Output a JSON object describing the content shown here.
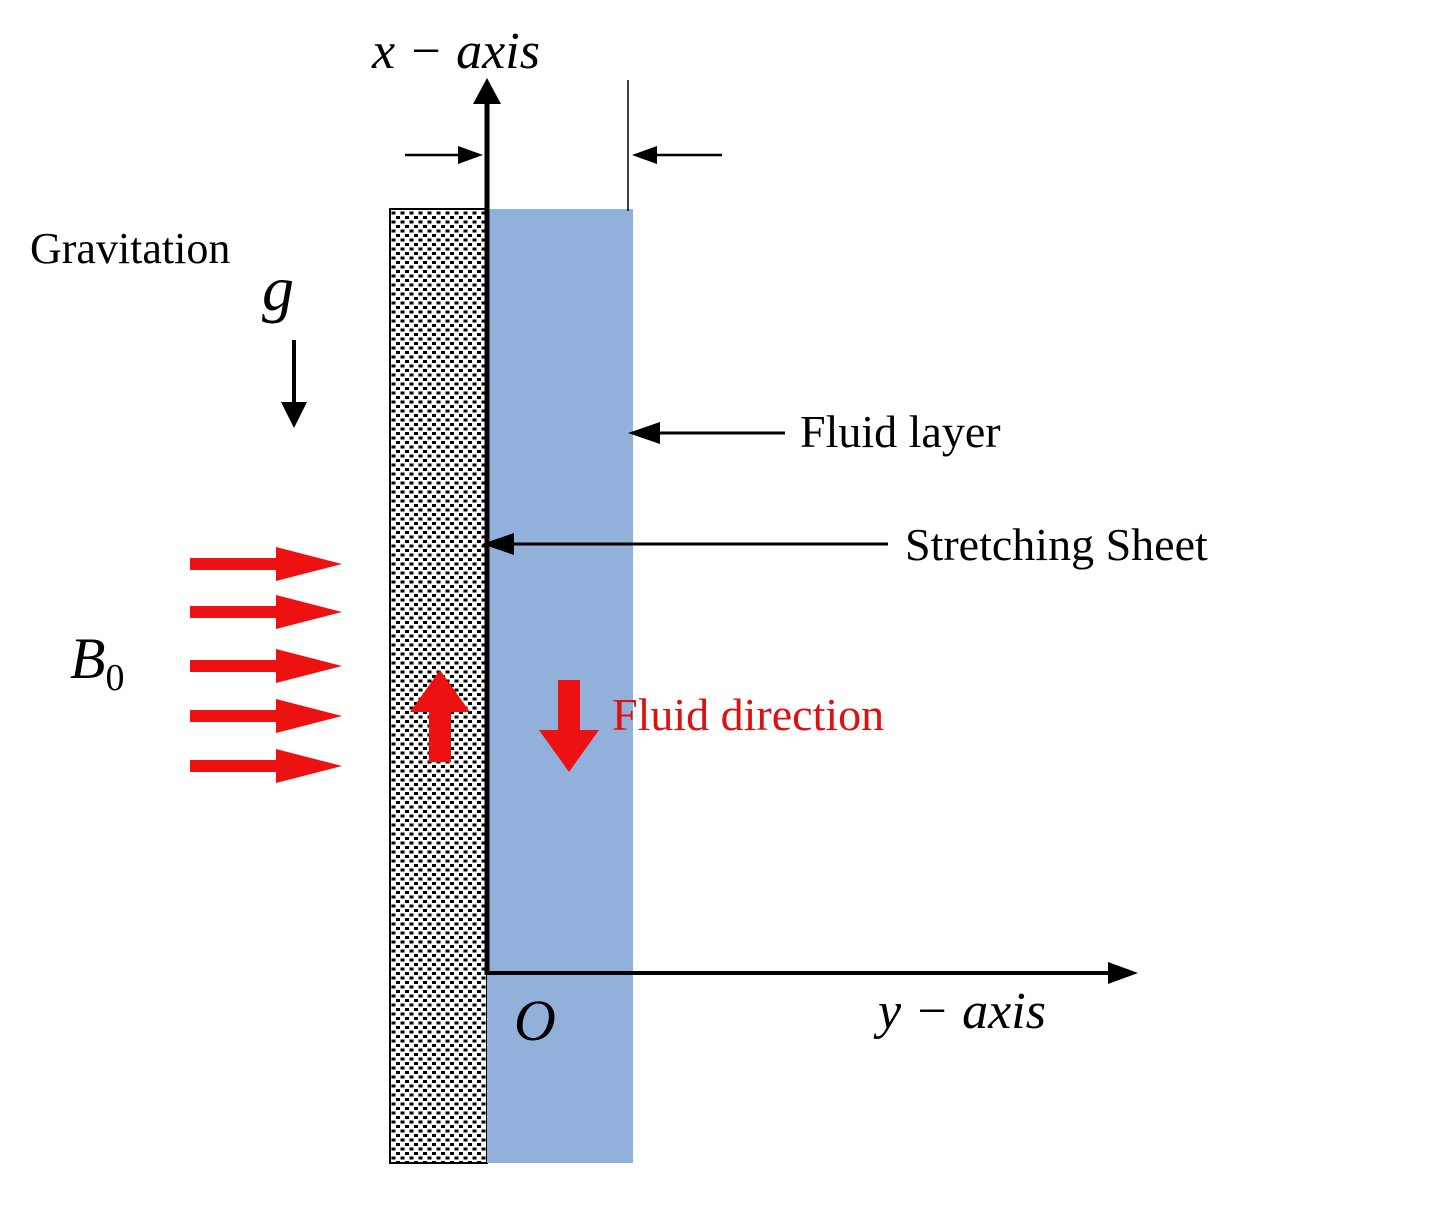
{
  "labels": {
    "x_axis": "x − axis",
    "y_axis": "y − axis",
    "origin": "O",
    "gravitation": "Gravitation",
    "gravity_symbol": "g",
    "field_symbol": "B",
    "field_subscript": "0",
    "fluid_layer": "Fluid layer",
    "stretching_sheet": "Stretching Sheet",
    "fluid_direction": "Fluid direction"
  },
  "colors": {
    "fluid_layer_fill": "#92b1da",
    "arrow_red": "#ee1111",
    "direction_text": "#dd1111",
    "line_black": "#000000",
    "sheet_fill": "#ffffff"
  },
  "icons": {
    "gravity": "down-arrow-icon",
    "magnetic_field": "right-arrow-icon",
    "sheet_motion": "up-arrow-icon",
    "fluid_motion": "down-arrow-icon"
  }
}
